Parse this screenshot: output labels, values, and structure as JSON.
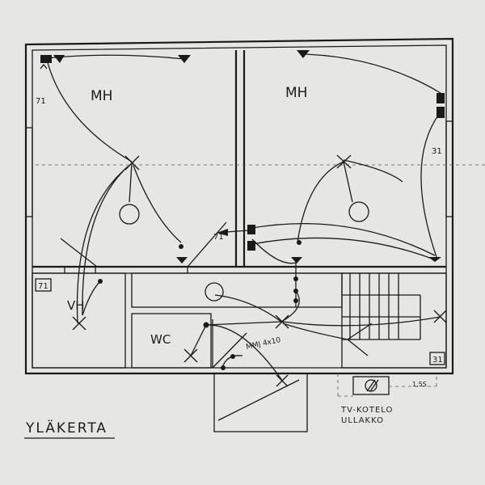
{
  "colors": {
    "paper": "#e6e6e4",
    "ink": "#1a1a1a"
  },
  "labels": {
    "room_mh_left": "MH",
    "room_mh_right": "MH",
    "room_vh": "VH",
    "room_wc": "WC",
    "circuit_71_top": "71",
    "circuit_71_mid": "71",
    "circuit_71_box": "71",
    "circuit_31_right": "31",
    "circuit_31_box": "31",
    "cable_note": "MMJ 4x10",
    "cable_note_right": "1,5S",
    "tv_line1": "TV-KOTELO",
    "tv_line2": "ULLAKKO",
    "floor_title": "YLÄKERTA"
  }
}
